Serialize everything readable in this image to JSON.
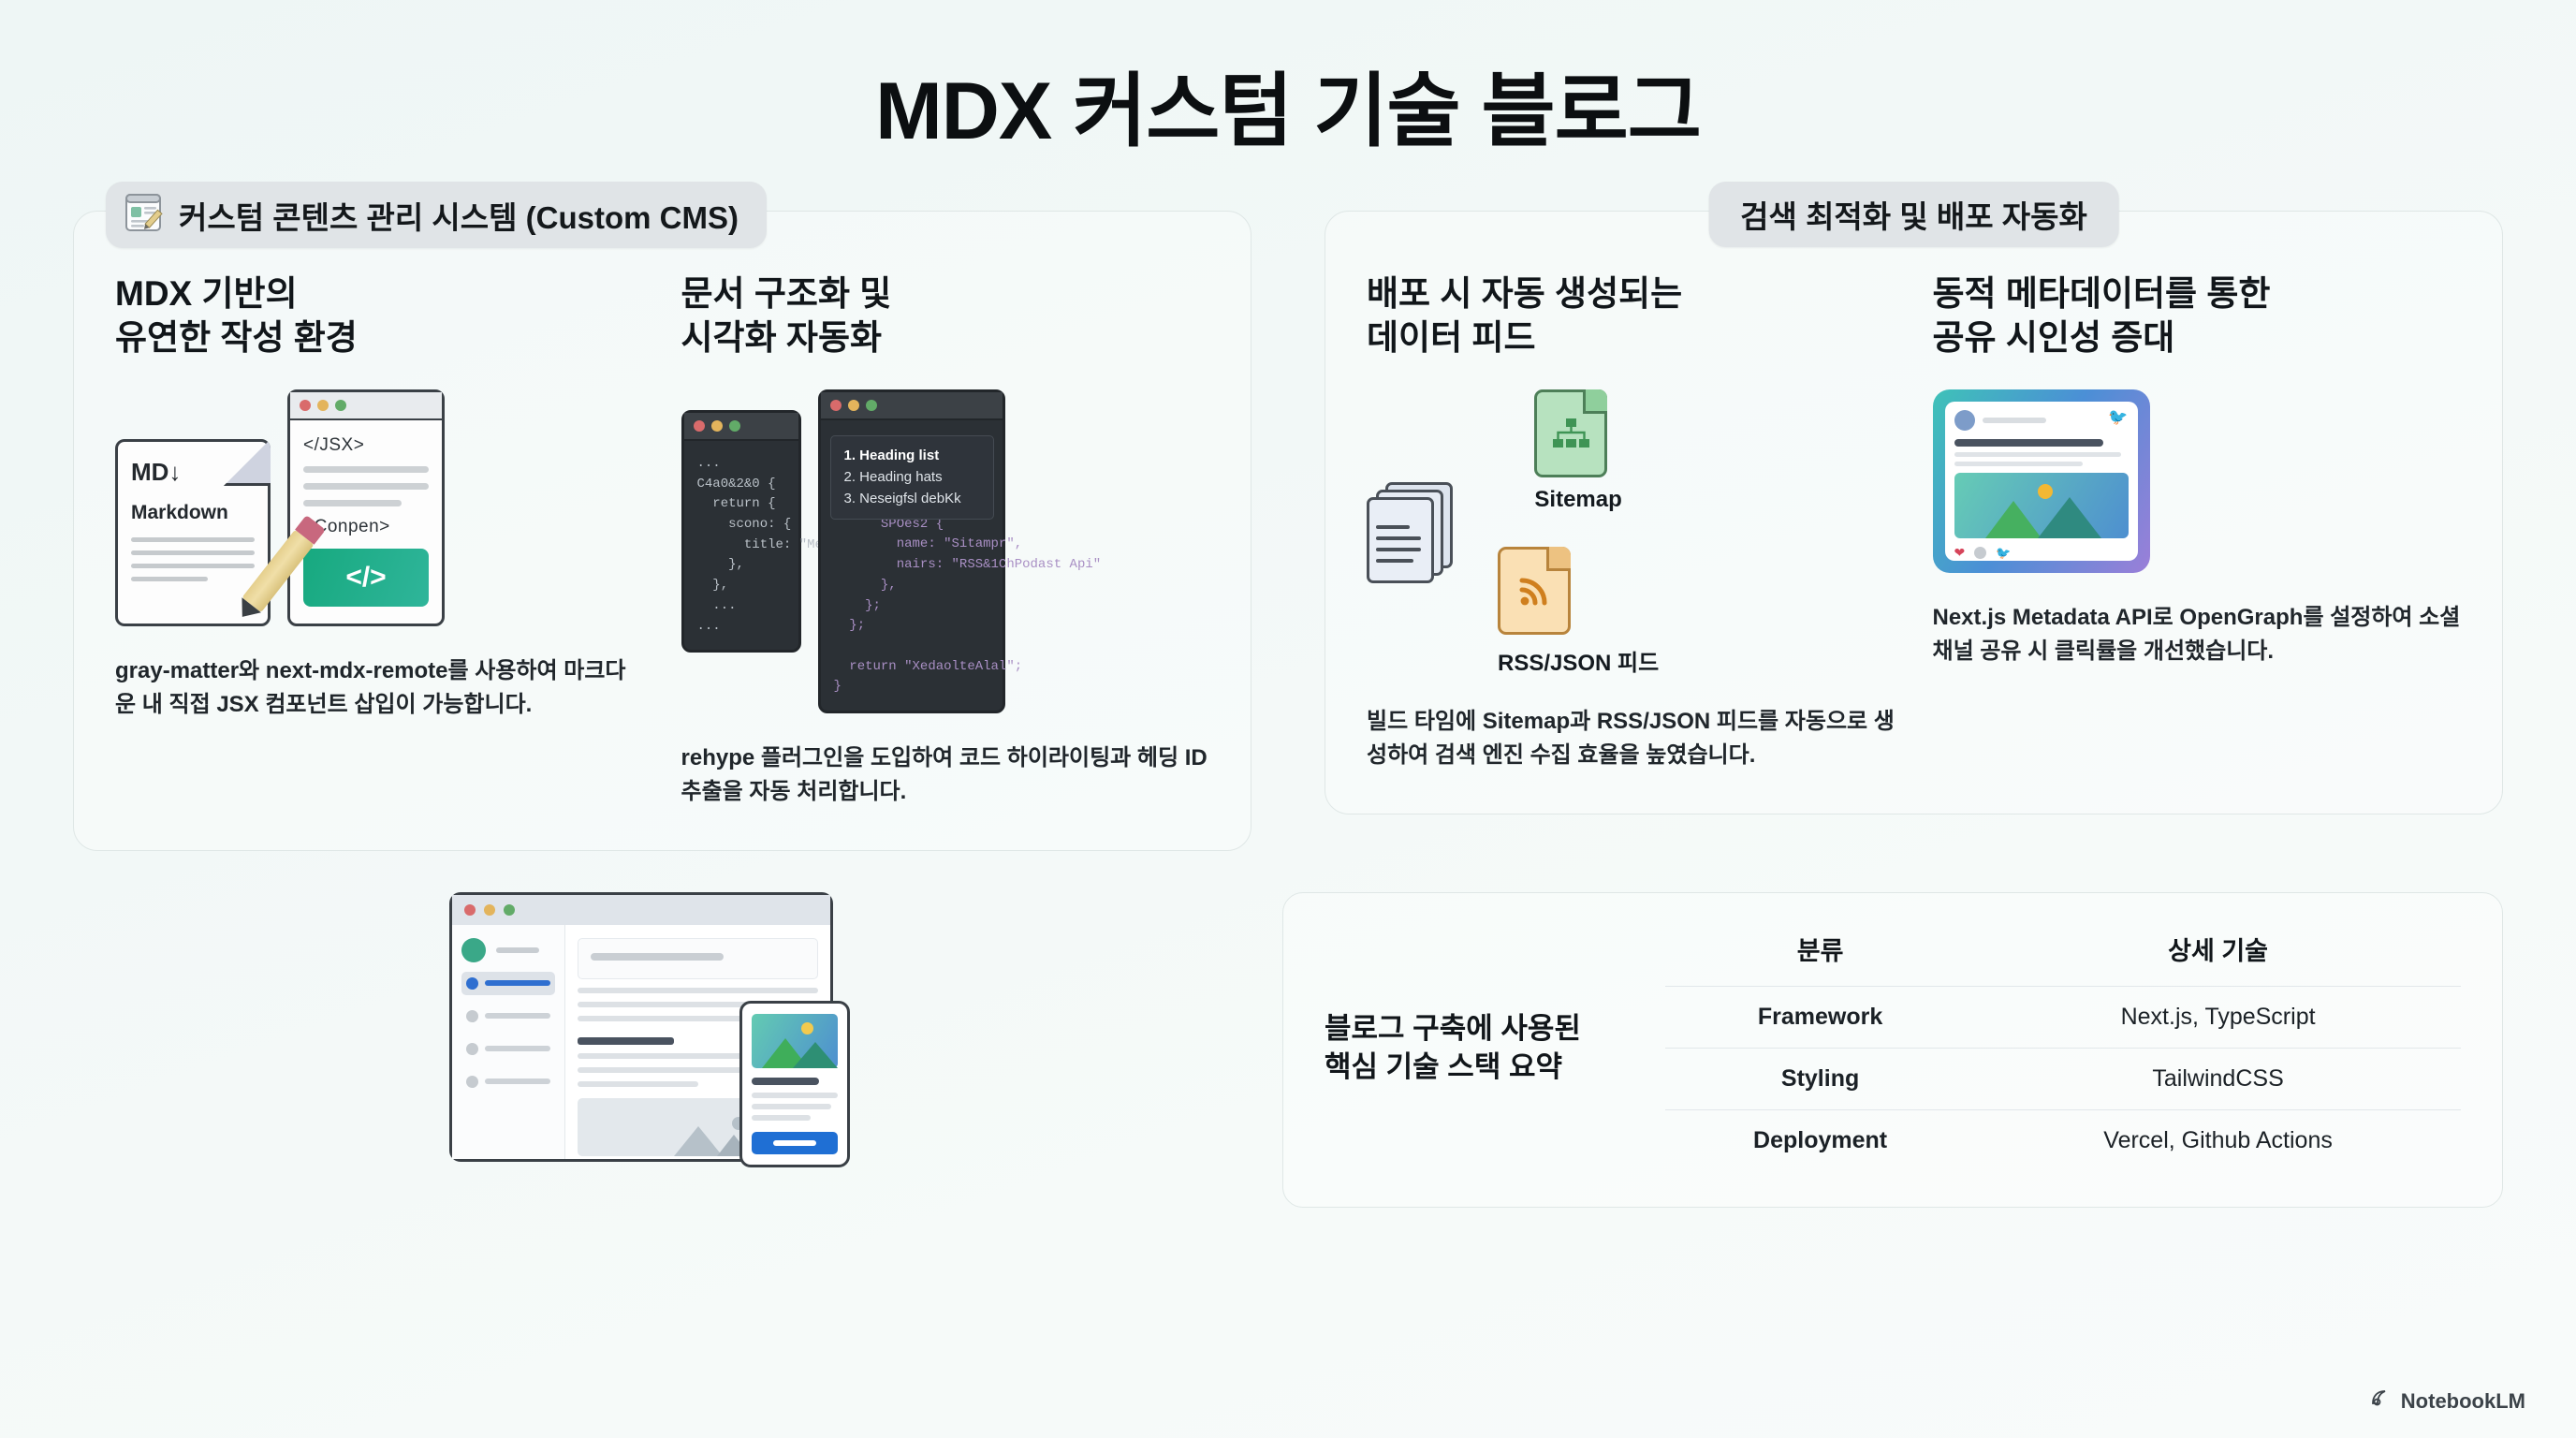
{
  "title": "MDX 커스텀 기술 블로그",
  "panels": [
    {
      "id": "cms",
      "header": "커스텀 콘텐츠 관리 시스템 (Custom CMS)",
      "header_icon": "document-edit-icon",
      "items": [
        {
          "title": "MDX 기반의\n유연한 작성 환경",
          "body": "gray-matter와 next-mdx-remote를 사용하여 마크다운 내 직접 JSX 컴포넌트 삽입이 가능합니다.",
          "art": {
            "doc_label": "MD↓",
            "doc_sub": "Markdown",
            "code_tag_top": "</JSX>",
            "code_tag_bottom": "<Conpen>",
            "code_button": "</>"
          }
        },
        {
          "title": "문서 구조화 및\n시각화 자동화",
          "body": "rehype 플러그인을 도입하여 코드 하이라이팅과 헤딩 ID 추출을 자동 처리합니다.",
          "art": {
            "code_small": "...\nC4a0&2&0 {\n  return {\n    scono: {\n      title: \"Melli..\"\n    },\n  },\n  ...\n...",
            "code_large": "esport App {\n\n  const app = {\n    return {\n      SPOes2 {\n        name: \"Sitampr\",\n        nairs: \"RSS&1ChPodast Api\"\n      },\n    };\n  };\n\n  return \"XedaolteAlal\";\n}",
            "heading_list": [
              "1. Heading list",
              "2. Heading hats",
              "3. Neseigfsl debKk"
            ]
          }
        }
      ]
    },
    {
      "id": "seo",
      "header": "검색 최적화 및 배포 자동화",
      "items": [
        {
          "title": "배포 시 자동 생성되는\n데이터 피드",
          "body": "빌드 타임에 Sitemap과 RSS/JSON 피드를 자동으로 생성하여 검색 엔진 수집 효율을 높였습니다.",
          "art": {
            "sitemap_label": "Sitemap",
            "rss_label": "RSS/JSON 피드"
          }
        },
        {
          "title": "동적 메타데이터를 통한\n공유 시인성 증대",
          "body": "Next.js Metadata API로 OpenGraph를 설정하여 소셜 채널 공유 시 클릭률을 개선했습니다.",
          "art": {
            "social_icon": "twitter-bird-icon",
            "like_icon": "heart-icon"
          }
        }
      ]
    }
  ],
  "mockup": {
    "name": "blog-preview-mockup"
  },
  "stack_table": {
    "label": "블로그 구축에 사용된\n핵심 기술 스택 요약",
    "columns": [
      "분류",
      "상세 기술"
    ],
    "rows": [
      {
        "category": "Framework",
        "detail": "Next.js, TypeScript"
      },
      {
        "category": "Styling",
        "detail": "TailwindCSS"
      },
      {
        "category": "Deployment",
        "detail": "Vercel, Github Actions"
      }
    ]
  },
  "footer": {
    "brand": "NotebookLM"
  },
  "colors": {
    "background": "#f1f7f6",
    "accent_green": "#17a97f",
    "accent_blue": "#1f6fd4",
    "header_chip": "#e0e4e7"
  }
}
